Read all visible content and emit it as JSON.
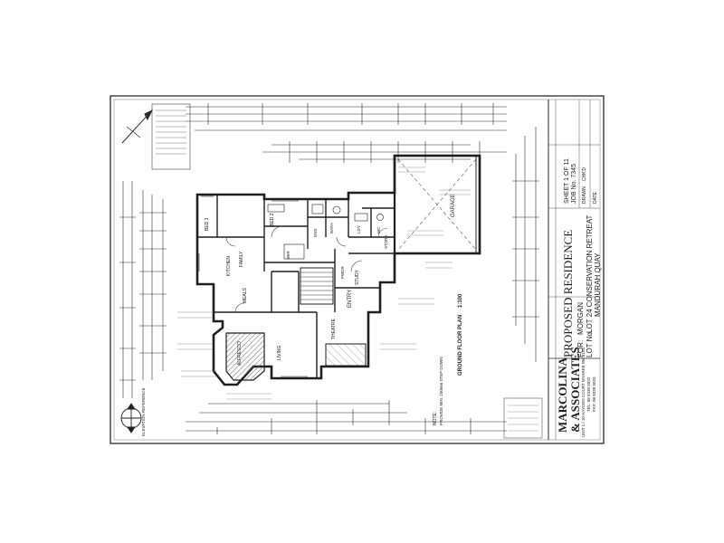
{
  "title_block": {
    "project_title": "PROPOSED RESIDENCE",
    "for_label": "FOR:",
    "client": "MORGAN",
    "lot_label": "LOT No.",
    "lot_address": "LOT 24 CONSERVATION RETREAT",
    "suburb": "MANDURAH QUAY",
    "sheet": "SHEET 1 OF 11",
    "job_no": "JOB No. 7345",
    "drawn": "DRAWN",
    "checked": "CHK'D",
    "date": "DATE"
  },
  "firm": {
    "name_line1": "MARCOLINA",
    "name_line2": "& ASSOCIATES",
    "address": "UNIT 1 / 10 HAYDEN COURT MYAREE WA 6154",
    "tel": "TEL: 08 9330 5022",
    "fax": "FAX: 08 9330 5033"
  },
  "plan": {
    "plan_title": "GROUND FLOOR PLAN",
    "scale": "1:100",
    "notes_heading": "NOTE:",
    "note_text": "PROVIDE MIN. 150mm STEP DOWN",
    "elevation_reference": "ELEVATION REFERENCE",
    "rooms": {
      "garage": "GARAGE",
      "entry": "ENTRY",
      "bed2": "BED 2",
      "bed3": "BED 3",
      "study": "STUDY",
      "meals": "MEALS",
      "kitchen": "KITCHEN",
      "family": "FAMILY",
      "living": "LIVING",
      "theatre": "THEATRE",
      "alfresco": "ALFRESCO",
      "ensuite": "ENS",
      "wir": "WIR",
      "bath": "BATH",
      "ldy": "LDY",
      "wc": "WC",
      "pwdr": "PWDR",
      "store": "STORE"
    }
  },
  "colors": {
    "ink": "#2b2b2b",
    "paper": "#ffffff",
    "hatch": "#6a6a6a"
  }
}
